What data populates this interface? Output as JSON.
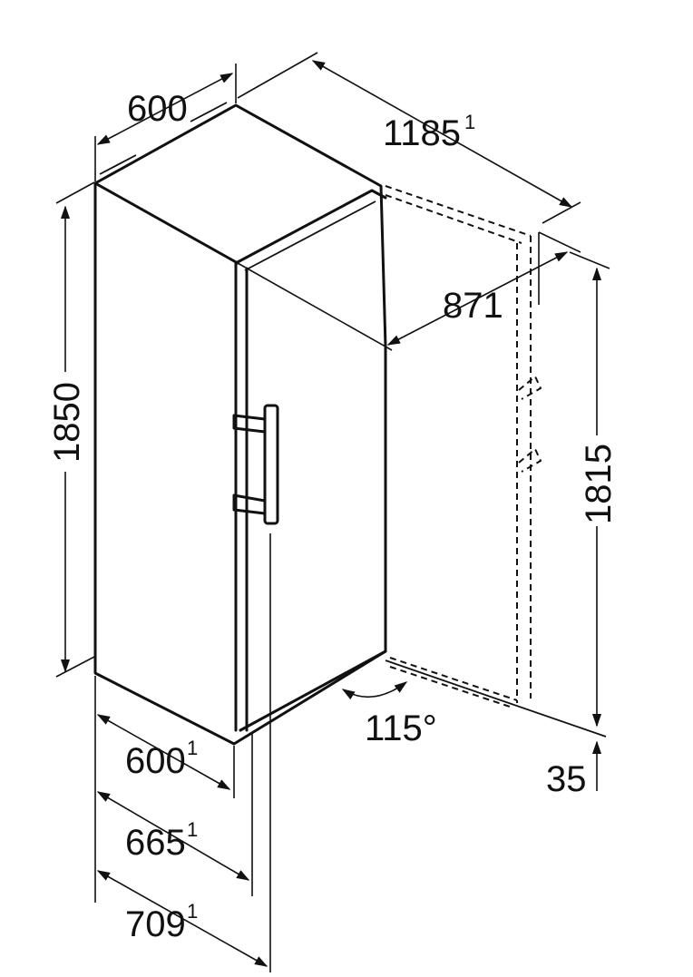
{
  "dimensions": {
    "width_top": "600",
    "depth_open_door": "1185",
    "depth_open_door_note": "1",
    "door_clearance": "871",
    "height": "1850",
    "open_door_height": "1815",
    "door_angle": "115°",
    "depth": "600",
    "depth_note": "1",
    "depth_with_handle": "665",
    "depth_with_handle_note": "1",
    "depth_total": "709",
    "depth_total_note": "1",
    "floor_clearance": "35"
  }
}
